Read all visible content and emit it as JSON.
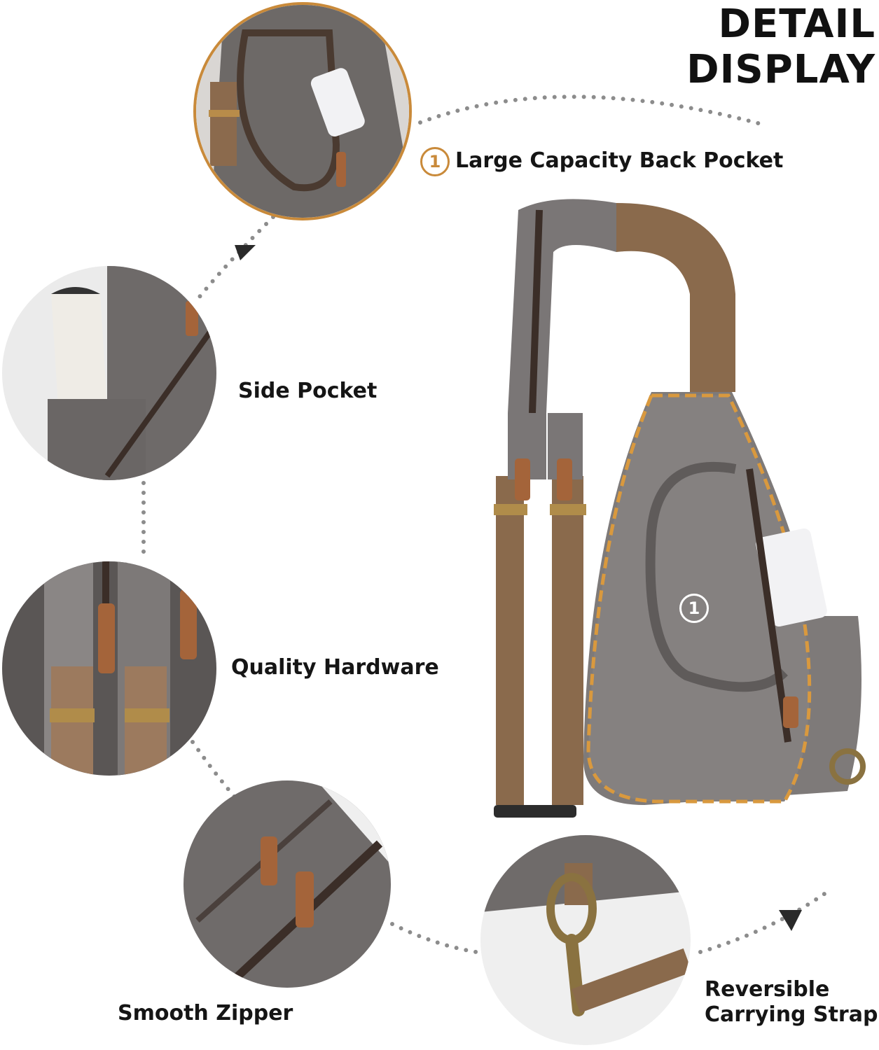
{
  "title": "DETAIL DISPLAY",
  "features": {
    "back_pocket": {
      "number": "1",
      "label": "Large Capacity Back Pocket"
    },
    "side_pocket": {
      "label": "Side Pocket"
    },
    "hardware": {
      "label": "Quality Hardware"
    },
    "zipper": {
      "label": "Smooth Zipper"
    },
    "strap": {
      "line1": "Reversible",
      "line2": "Carrying Strap"
    }
  },
  "bag_badge": "1",
  "colors": {
    "accent_orange": "#c98a3a",
    "canvas_gray": "#7a7676",
    "strap_brown": "#8a6a4c",
    "leather_tab": "#a4643a",
    "dots": "#8c8c8c"
  }
}
